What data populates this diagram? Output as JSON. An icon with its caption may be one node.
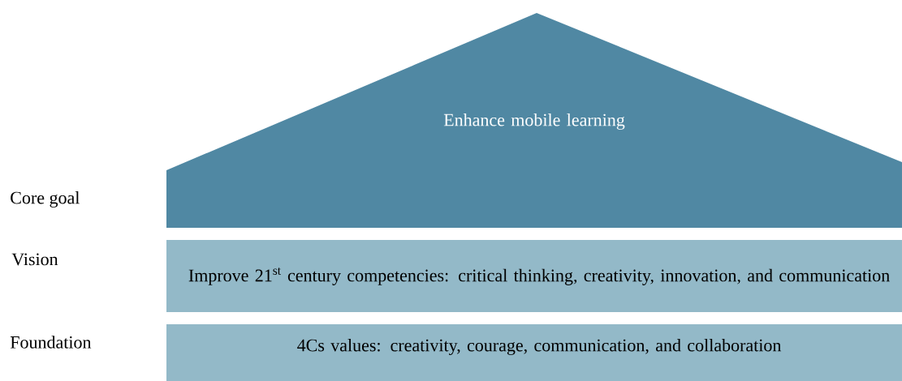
{
  "diagram": {
    "nodes": [
      {
        "text": [
          "Enhance mobile learning"
        ]
      },
      {
        "text": [
          "Improve 21$^{st}$ century competencies: critical thinking, creativity, innovation, and communication"
        ]
      },
      {
        "text": [
          "4Cs values: creativity, courage, communication, and collaboration"
        ]
      }
    ],
    "labels": [
      "Core goal",
      "Vision",
      "Foundation"
    ]
  }
}
